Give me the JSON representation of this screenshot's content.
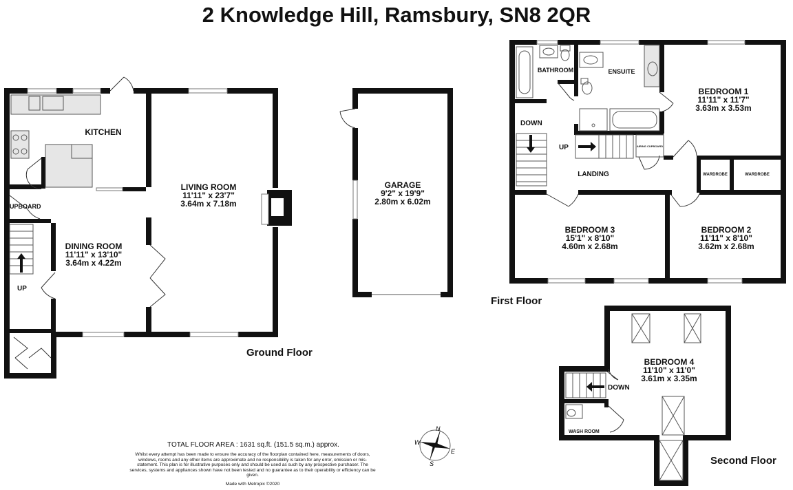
{
  "title": "2 Knowledge Hill, Ramsbury, SN8 2QR",
  "floors": {
    "ground": "Ground Floor",
    "first": "First Floor",
    "second": "Second Floor"
  },
  "rooms": {
    "kitchen": {
      "name": "KITCHEN"
    },
    "living": {
      "name": "LIVING ROOM",
      "imperial": "11'11\"  x 23'7\"",
      "metric": "3.64m  x 7.18m"
    },
    "dining": {
      "name": "DINING ROOM",
      "imperial": "11'11\"  x 13'10\"",
      "metric": "3.64m  x 4.22m"
    },
    "cupboard": {
      "name": "UPBOARD"
    },
    "garage": {
      "name": "GARAGE",
      "imperial": "9'2\"  x 19'9\"",
      "metric": "2.80m  x 6.02m"
    },
    "bathroom": {
      "name": "BATHROOM"
    },
    "ensuite": {
      "name": "ENSUITE"
    },
    "bedroom1": {
      "name": "BEDROOM 1",
      "imperial": "11'11\"  x 11'7\"",
      "metric": "3.63m  x 3.53m"
    },
    "landing": {
      "name": "LANDING"
    },
    "airing": {
      "name": "AIRING CUPBOARD"
    },
    "wardrobe1": {
      "name": "WARDROBE"
    },
    "wardrobe2": {
      "name": "WARDROBE"
    },
    "bedroom3": {
      "name": "BEDROOM 3",
      "imperial": "15'1\"  x 8'10\"",
      "metric": "4.60m  x 2.68m"
    },
    "bedroom2": {
      "name": "BEDROOM 2",
      "imperial": "11'11\"  x 8'10\"",
      "metric": "3.62m  x 2.68m"
    },
    "bedroom4": {
      "name": "BEDROOM 4",
      "imperial": "11'10\"  x 11'0\"",
      "metric": "3.61m  x 3.35m"
    },
    "washroom": {
      "name": "WASH ROOM"
    }
  },
  "stairs": {
    "ground_up": "UP",
    "first_down": "DOWN",
    "first_up": "UP",
    "second_down": "DOWN"
  },
  "compass": {
    "n": "N",
    "e": "E",
    "s": "S",
    "w": "W"
  },
  "footer": {
    "total_area": "TOTAL FLOOR AREA : 1631 sq.ft. (151.5 sq.m.) approx.",
    "disclaimer": "Whilst every attempt has been made to ensure the accuracy of the floorplan contained here, measurements of doors, windows, rooms and any other items are approximate and no responsibility is taken for any error, omission or mis-statement. This plan is for illustrative purposes only and should be used as such by any prospective purchaser. The services, systems and appliances shown have not been tested and no guarantee as to their operability or efficiency can be given.",
    "credit": "Made with Metropix ©2020"
  }
}
